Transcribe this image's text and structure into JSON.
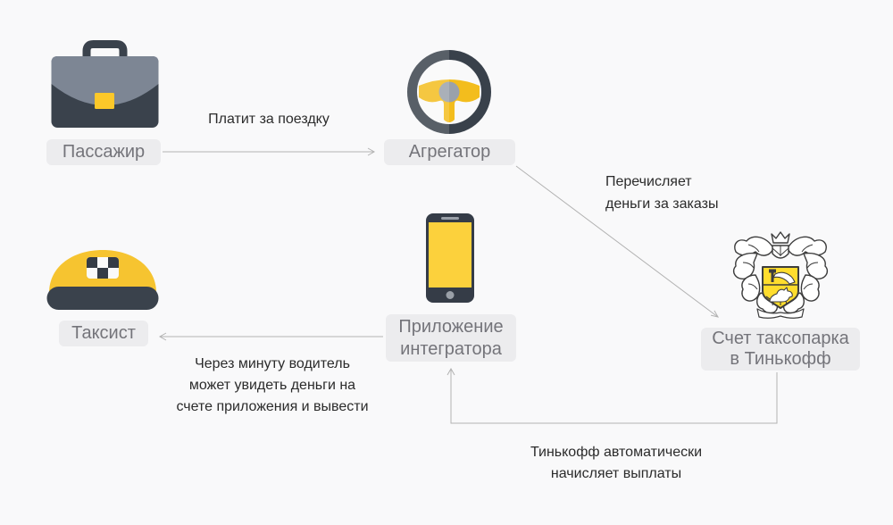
{
  "diagram": {
    "nodes": {
      "passenger": {
        "label": "Пассажир",
        "icon": "briefcase-icon"
      },
      "aggregator": {
        "label": "Агрегатор",
        "icon": "steering-wheel-icon"
      },
      "driver": {
        "label": "Таксист",
        "icon": "taxi-cap-icon"
      },
      "app": {
        "label_line1": "Приложение",
        "label_line2": "интегратора",
        "icon": "smartphone-icon"
      },
      "tinkoff": {
        "label_line1": "Счет таксопарка",
        "label_line2": "в Тинькофф",
        "icon": "tinkoff-crest-icon"
      }
    },
    "edges": {
      "pay": {
        "from": "Пассажир",
        "to": "Агрегатор",
        "label": "Платит за поездку"
      },
      "transfer": {
        "from": "Агрегатор",
        "to": "Счет таксопарка в Тинькофф",
        "line1": "Перечисляет",
        "line2": "деньги за заказы"
      },
      "payout": {
        "from": "Счет таксопарка в Тинькофф",
        "to": "Приложение интегратора",
        "line1": "Тинькофф автоматически",
        "line2": "начисляет выплаты"
      },
      "withdraw": {
        "from": "Приложение интегратора",
        "to": "Таксист",
        "line1": "Через минуту водитель",
        "line2": "может увидеть деньги на",
        "line3": "счете приложения и вывести"
      }
    },
    "colors": {
      "background": "#f9f9fa",
      "label_bg": "#ececee",
      "label_text": "#74747a",
      "annotation_text": "#2b2b2b",
      "arrow": "#b2b2b2",
      "icon_dark": "#3a424c",
      "icon_gray_flap": "#7d8694",
      "icon_yellow": "#f8c930",
      "tinkoff_yellow": "#ffdd2d"
    }
  }
}
